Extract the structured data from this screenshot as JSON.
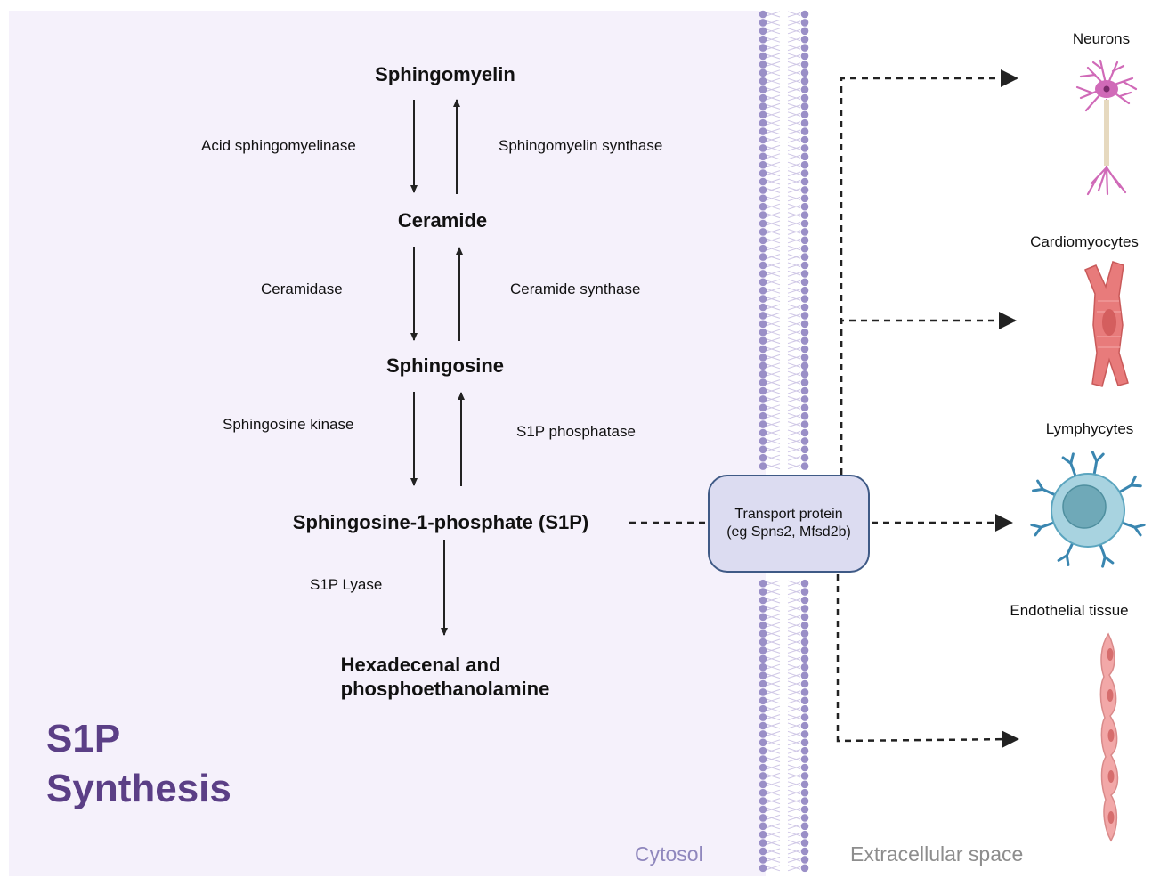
{
  "title": {
    "line1": "S1P",
    "line2": "Synthesis"
  },
  "molecules": {
    "sphingomyelin": "Sphingomyelin",
    "ceramide": "Ceramide",
    "sphingosine": "Sphingosine",
    "s1p": "Sphingosine-1-phosphate (S1P)",
    "products_line1": "Hexadecenal and",
    "products_line2": "phosphoethanolamine"
  },
  "enzymes": {
    "acid_sphingomyelinase": "Acid sphingomyelinase",
    "sphingomyelin_synthase": "Sphingomyelin synthase",
    "ceramidase": "Ceramidase",
    "ceramide_synthase": "Ceramide synthase",
    "sphingosine_kinase": "Sphingosine kinase",
    "s1p_phosphatase": "S1P phosphatase",
    "s1p_lyase": "S1P Lyase"
  },
  "transport": {
    "line1": "Transport protein",
    "line2": "(eg Spns2, Mfsd2b)"
  },
  "regions": {
    "cytosol": "Cytosol",
    "extracellular": "Extracellular space"
  },
  "targets": {
    "neurons": "Neurons",
    "cardiomyocytes": "Cardiomyocytes",
    "lymphocytes": "Lymphycytes",
    "endothelial": "Endothelial tissue"
  },
  "colors": {
    "cytosol_bg": "#f5f1fb",
    "membrane_bead": "#9a8fc7",
    "title": "#5b3f86",
    "transport_border": "#3f5a86",
    "transport_fill": "#dcdcf1",
    "neuron": "#d06ab8",
    "cardiomyocyte": "#e87b7b",
    "lymphocyte_outer": "#a8d3e0",
    "lymphocyte_nucleus": "#6fa9b8",
    "endothelial": "#f2a8a8"
  }
}
